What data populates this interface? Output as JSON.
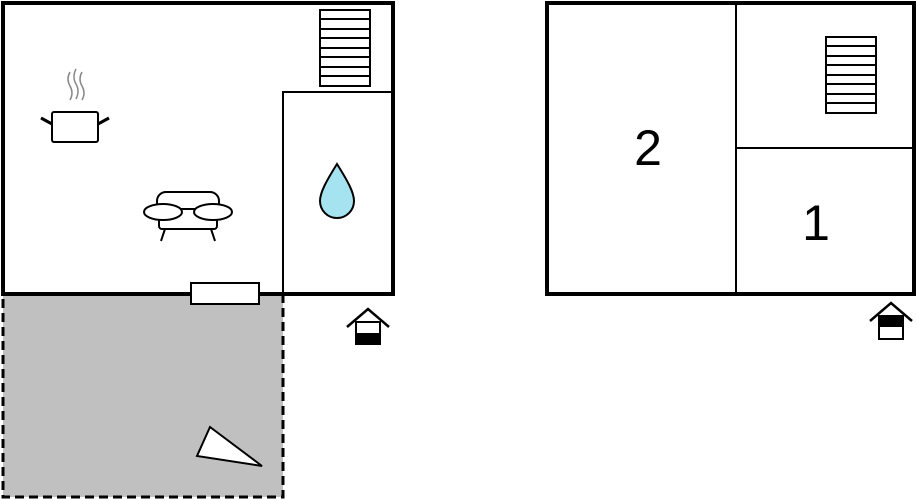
{
  "floor_plan": {
    "ground_floor": {
      "icons": [
        "stairs-icon",
        "cooking-pot-icon",
        "sofa-icon",
        "water-drop-icon",
        "entrance-icon"
      ],
      "terrace_icons": [
        "sun-lounger-icon"
      ],
      "window_type": "window"
    },
    "upper_floor": {
      "rooms": [
        {
          "label": "2"
        },
        {
          "label": "1"
        }
      ],
      "icons": [
        "stairs-icon",
        "entrance-icon"
      ]
    },
    "colors": {
      "wall": "#000000",
      "terrace_fill": "#c0c0c0",
      "water_drop": "#a6e3f0",
      "background": "#ffffff"
    }
  }
}
